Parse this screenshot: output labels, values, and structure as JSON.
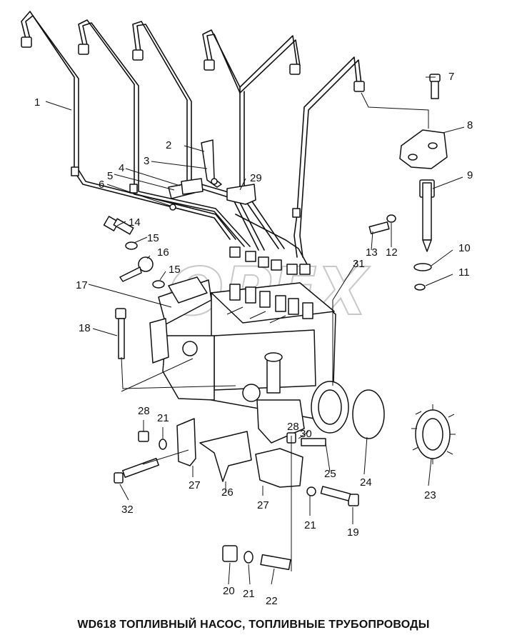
{
  "caption": "WD618 ТОПЛИВНЫЙ НАСОС, ТОПЛИВНЫЕ ТРУБОПРОВОДЫ",
  "watermark": "OPEX",
  "callouts": [
    "1",
    "2",
    "3",
    "4",
    "5",
    "6",
    "7",
    "8",
    "9",
    "10",
    "11",
    "12",
    "13",
    "14",
    "15",
    "15",
    "16",
    "17",
    "18",
    "19",
    "20",
    "21",
    "21",
    "21",
    "22",
    "23",
    "24",
    "25",
    "26",
    "27",
    "27",
    "28",
    "28",
    "29",
    "30",
    "31",
    "32"
  ]
}
